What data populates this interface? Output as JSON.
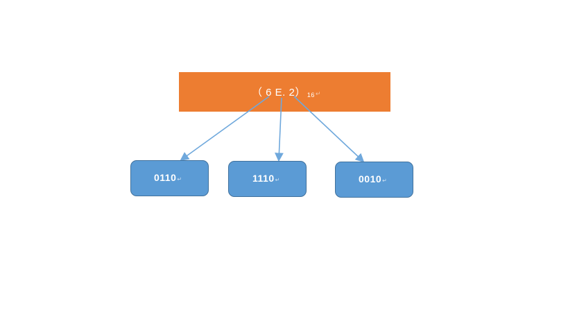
{
  "diagram": {
    "root": {
      "label": "（ 6 E. 2）",
      "subscript": "16"
    },
    "children": [
      {
        "label": "0110"
      },
      {
        "label": "1110"
      },
      {
        "label": "0010"
      }
    ],
    "colors": {
      "root_fill": "#ED7D31",
      "node_fill": "#5B9BD5",
      "node_border": "#41719C",
      "arrow": "#6FA8DC"
    }
  }
}
